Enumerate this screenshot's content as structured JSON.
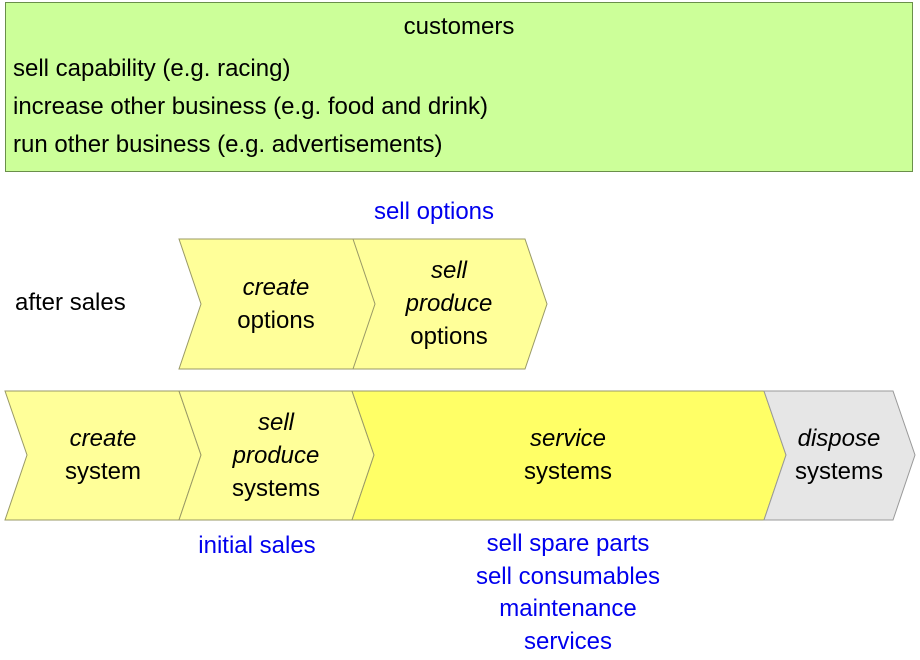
{
  "customers_box": {
    "title": "customers",
    "lines": [
      "sell capability (e.g. racing)",
      "increase other business (e.g. food and drink)",
      "run other business (e.g. advertisements)"
    ]
  },
  "after_sales": {
    "label": "after sales",
    "annotation": "sell options",
    "steps": [
      {
        "verb": "create",
        "verb2": "",
        "noun": "options"
      },
      {
        "verb": "sell",
        "verb2": "produce",
        "noun": "options"
      }
    ]
  },
  "lifecycle": {
    "steps": [
      {
        "verb": "create",
        "verb2": "",
        "noun": "system"
      },
      {
        "verb": "sell",
        "verb2": "produce",
        "noun": "systems"
      },
      {
        "verb": "service",
        "verb2": "",
        "noun": "systems"
      },
      {
        "verb": "dispose",
        "verb2": "",
        "noun": "systems"
      }
    ],
    "annotations": {
      "initial_sales": "initial sales",
      "service_items": [
        "sell spare parts",
        "sell consumables",
        "maintenance",
        "services"
      ]
    }
  },
  "colors": {
    "box_fill": "#ccff99",
    "pale_yellow": "#ffff99",
    "bright_yellow": "#ffff66",
    "gray": "#e6e6e6",
    "annotation_blue": "#0000ee"
  }
}
